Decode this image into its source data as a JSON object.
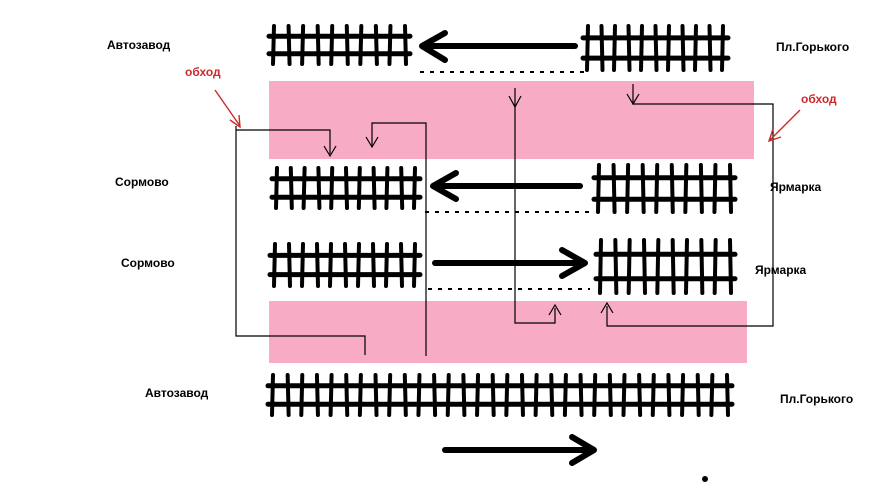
{
  "labels": {
    "avtozavod": "Автозавод",
    "pl_gorkogo": "Пл.Горького",
    "sormovo": "Сормово",
    "yarmarka": "Ярмарка",
    "obhod": "обход"
  },
  "colors": {
    "platform": "#f7abc5",
    "track": "#000000",
    "note": "#cc2a2a",
    "route_line": "#000000"
  },
  "icons": [
    "rail-track-icon",
    "arrow-left-icon",
    "arrow-right-icon",
    "arrow-down-icon",
    "arrow-up-icon"
  ]
}
